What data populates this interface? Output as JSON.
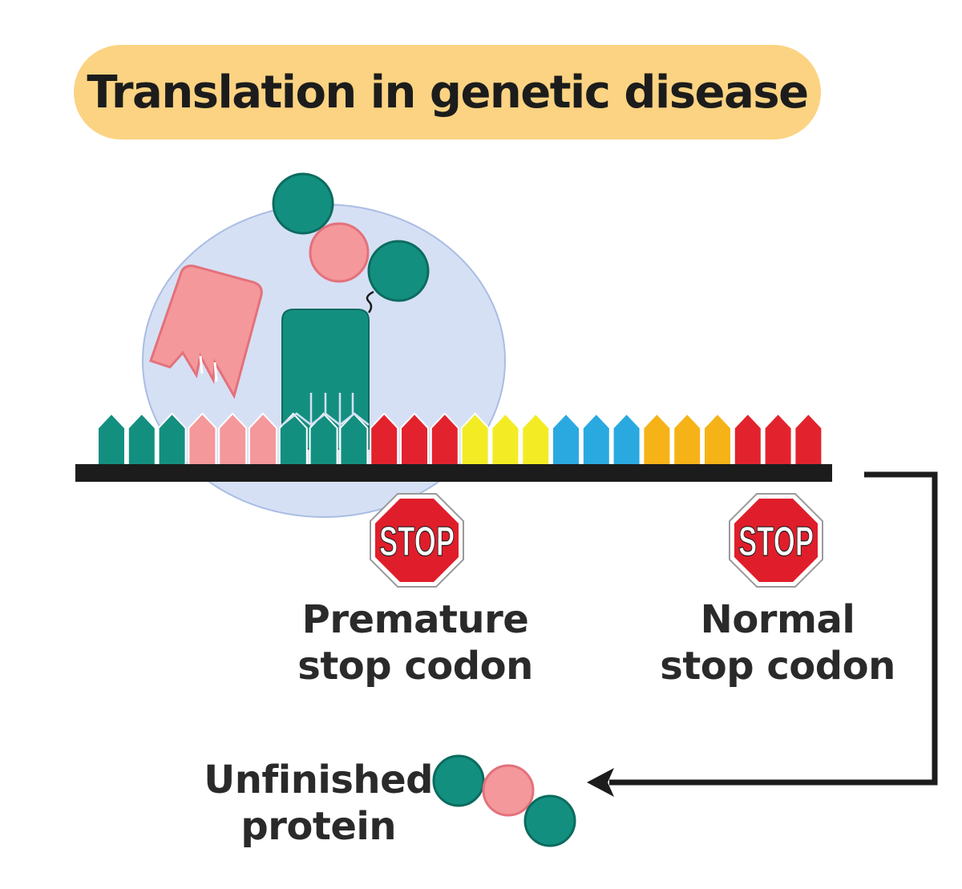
{
  "title": "Translation in genetic disease",
  "stop_signs": [
    {
      "text": "STOP",
      "label_line1": "Premature",
      "label_line2": "stop codon"
    },
    {
      "text": "STOP",
      "label_line1": "Normal",
      "label_line2": "stop codon"
    }
  ],
  "product": {
    "line1": "Unfinished",
    "line2": "protein"
  },
  "colors": {
    "title_bg": "#fbd382",
    "ribosome": "#d6e0f4",
    "teal": "#138f80",
    "pink": "#f4989b",
    "red": "#e2232d",
    "yellow": "#f3ec25",
    "blue": "#2aa9e1",
    "orange": "#f6b318",
    "stop_red": "#e01e2b"
  },
  "codon_colors": [
    "teal",
    "teal",
    "teal",
    "pink",
    "pink",
    "pink",
    "teal",
    "teal",
    "teal",
    "red",
    "red",
    "red",
    "yellow",
    "yellow",
    "yellow",
    "blue",
    "blue",
    "blue",
    "orange",
    "orange",
    "orange",
    "red",
    "red",
    "red"
  ]
}
